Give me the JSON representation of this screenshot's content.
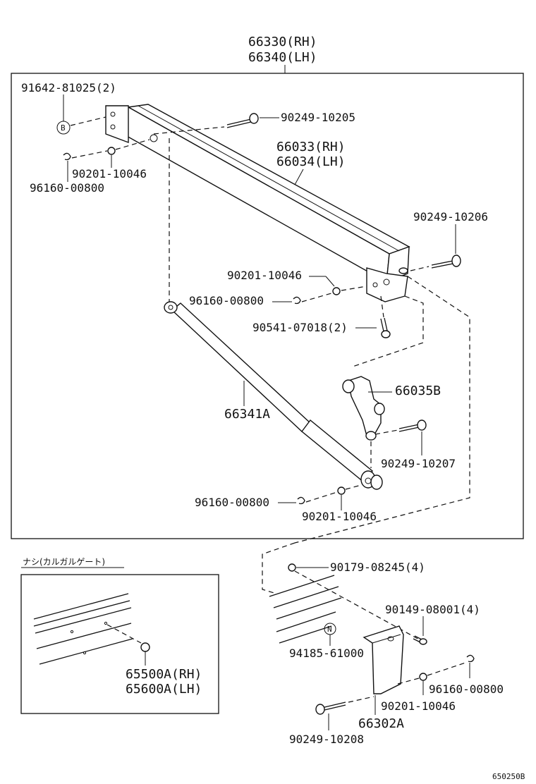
{
  "assembly": {
    "top_rh": "66330(RH)",
    "top_lh": "66340(LH)"
  },
  "callouts": {
    "bolt_91642": "91642-81025(2)",
    "ref_b": "B",
    "bolt_90249_10205": "90249-10205",
    "rail_rh": "66033(RH)",
    "rail_lh": "66034(LH)",
    "washer_90201_a": "90201-10046",
    "clip_96160_a": "96160-00800",
    "bolt_90249_10206": "90249-10206",
    "washer_90201_b": "90201-10046",
    "clip_96160_b": "96160-00800",
    "screw_90541": "90541-07018(2)",
    "bracket_66035b": "66035B",
    "strut_66341a": "66341A",
    "bolt_90249_10207": "90249-10207",
    "clip_96160_c": "96160-00800",
    "washer_90201_c": "90201-10046",
    "nut_90179": "90179-08245(4)",
    "screw_90149": "90149-08001(4)",
    "ref_n": "N",
    "plug_94185": "94185-61000",
    "clip_96160_d": "96160-00800",
    "washer_90201_d": "90201-10046",
    "bracket_66302a": "66302A",
    "bolt_90249_10208": "90249-10208"
  },
  "subassembly": {
    "header": "ナシ(カルガルゲート)",
    "part_rh": "65500A(RH)",
    "part_lh": "65600A(LH)"
  },
  "footer": {
    "drawing_code": "650250B"
  }
}
